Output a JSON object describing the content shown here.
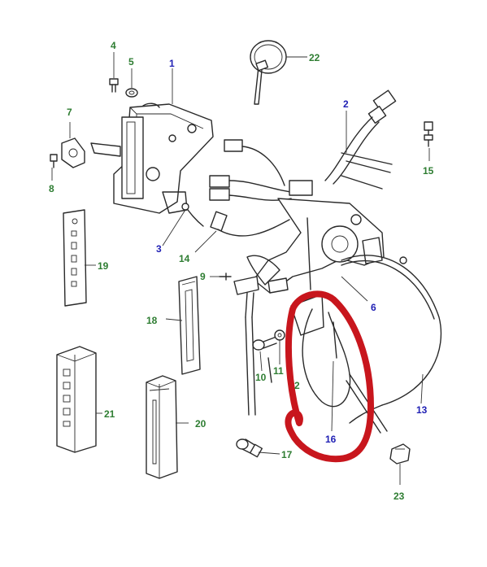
{
  "colors": {
    "callout_green": "#2e7d32",
    "callout_blue": "#1f1fb4",
    "highlight_red": "#c8161d",
    "line": "#2a2a2a"
  },
  "callouts": [
    {
      "id": "1",
      "text": "1",
      "color": "blue"
    },
    {
      "id": "2",
      "text": "2",
      "color": "blue"
    },
    {
      "id": "3",
      "text": "3",
      "color": "blue"
    },
    {
      "id": "4",
      "text": "4",
      "color": "green"
    },
    {
      "id": "5",
      "text": "5",
      "color": "green"
    },
    {
      "id": "6",
      "text": "6",
      "color": "blue"
    },
    {
      "id": "7",
      "text": "7",
      "color": "green"
    },
    {
      "id": "8",
      "text": "8",
      "color": "green"
    },
    {
      "id": "9",
      "text": "9",
      "color": "green"
    },
    {
      "id": "10",
      "text": "10",
      "color": "green"
    },
    {
      "id": "11",
      "text": "11",
      "color": "green"
    },
    {
      "id": "12",
      "text": "2",
      "color": "green"
    },
    {
      "id": "13",
      "text": "13",
      "color": "blue"
    },
    {
      "id": "14",
      "text": "14",
      "color": "green"
    },
    {
      "id": "15",
      "text": "15",
      "color": "green"
    },
    {
      "id": "16",
      "text": "16",
      "color": "blue"
    },
    {
      "id": "17",
      "text": "17",
      "color": "green"
    },
    {
      "id": "18",
      "text": "18",
      "color": "green"
    },
    {
      "id": "19",
      "text": "19",
      "color": "green"
    },
    {
      "id": "20",
      "text": "20",
      "color": "green"
    },
    {
      "id": "21",
      "text": "21",
      "color": "green"
    },
    {
      "id": "22",
      "text": "22",
      "color": "green"
    },
    {
      "id": "23",
      "text": "23",
      "color": "green"
    }
  ]
}
